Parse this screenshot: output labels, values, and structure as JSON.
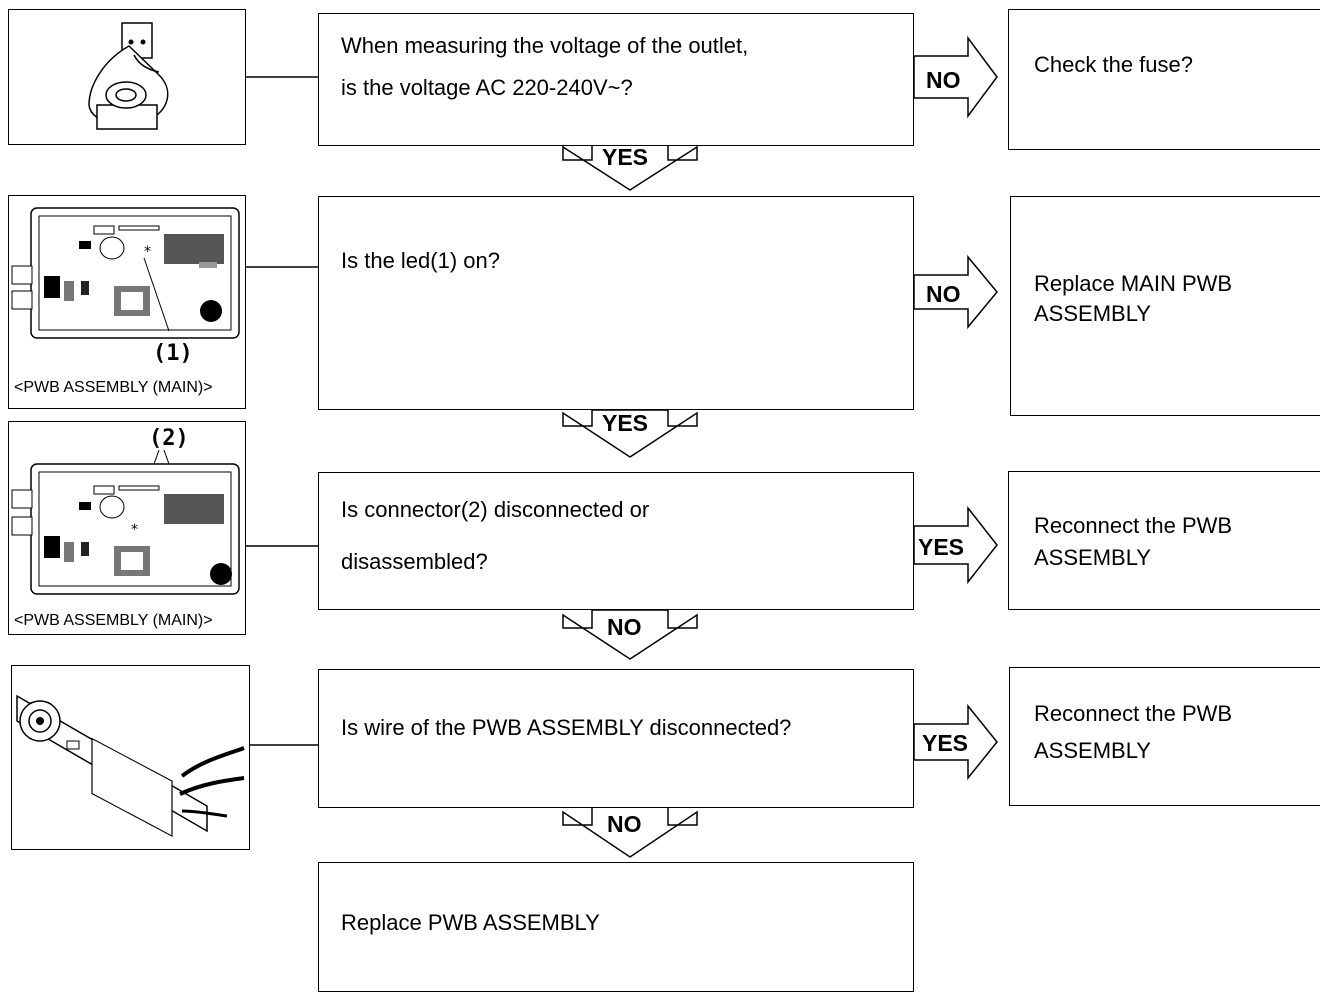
{
  "steps": [
    {
      "question": [
        "When measuring the voltage of the outlet,",
        "is the voltage AC 220-240V~?"
      ],
      "branch_label": "NO",
      "branch_action": [
        "Check the fuse?"
      ],
      "down_label": "YES"
    },
    {
      "question": [
        "Is the led(1) on?"
      ],
      "branch_label": "NO",
      "branch_action": [
        "Replace MAIN PWB",
        "ASSEMBLY"
      ],
      "down_label": "YES",
      "image_caption": "<PWB ASSEMBLY (MAIN)>",
      "image_pointer": "(1)"
    },
    {
      "question": [
        "Is connector(2)  disconnected or",
        "disassembled?"
      ],
      "branch_label": "YES",
      "branch_action": [
        "Reconnect the PWB",
        "ASSEMBLY"
      ],
      "down_label": "NO",
      "image_caption": "<PWB ASSEMBLY (MAIN)>",
      "image_pointer": "(2)"
    },
    {
      "question": [
        "Is wire of the PWB ASSEMBLY disconnected?"
      ],
      "branch_label": "YES",
      "branch_action": [
        "Reconnect the PWB",
        "ASSEMBLY"
      ],
      "down_label": "NO"
    }
  ],
  "final_action": "Replace PWB ASSEMBLY"
}
